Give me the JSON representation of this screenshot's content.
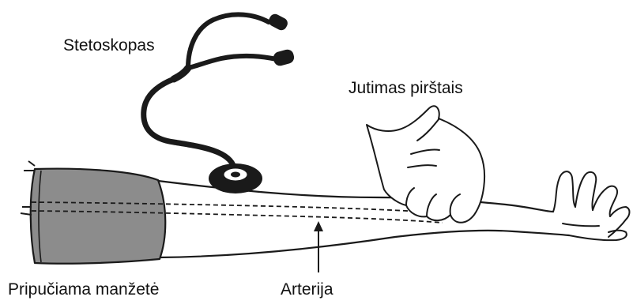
{
  "labels": {
    "stethoscope": "Stetoskopas",
    "palpation": "Jutimas pirštais",
    "cuff": "Pripučiama manžetė",
    "artery": "Arterija"
  },
  "colors": {
    "line": "#1a1a1a",
    "cuff_fill": "#8c8c8c",
    "background": "#ffffff"
  }
}
